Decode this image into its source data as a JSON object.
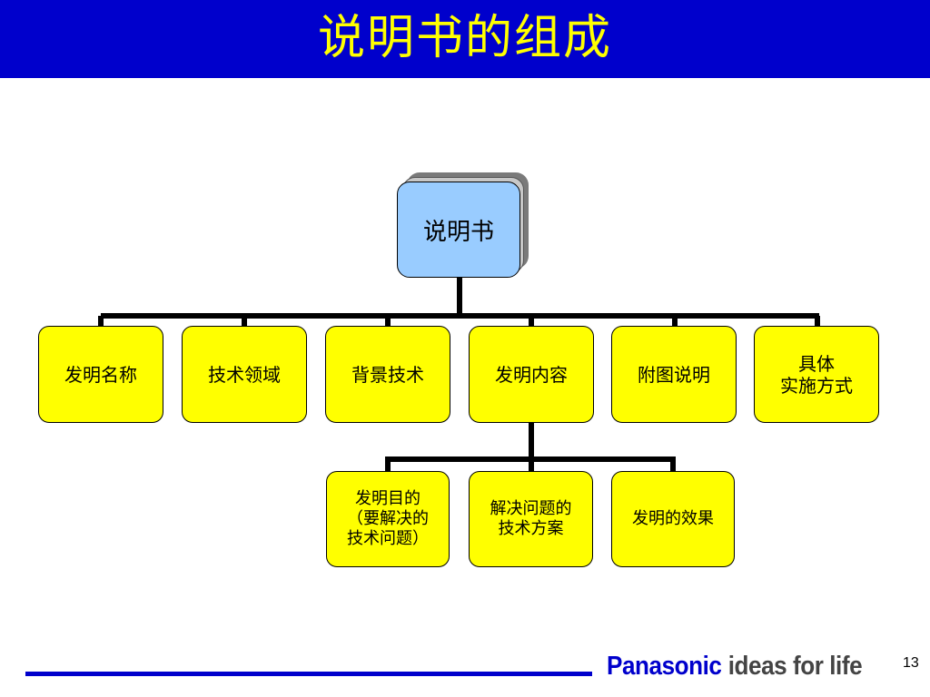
{
  "slide": {
    "title": "说明书的组成",
    "root": "说明书",
    "level1": [
      "发明名称",
      "技术领域",
      "背景技术",
      "发明内容",
      "附图说明",
      "具体\n实施方式"
    ],
    "level2": [
      "发明目的\n（要解决的\n技术问题）",
      "解决问题的\n技术方案",
      "发明的效果"
    ]
  },
  "footer": {
    "brand": "Panasonic",
    "slogan": "ideas for life",
    "page_number": "13"
  },
  "colors": {
    "title_bar": "#0000cc",
    "title_text": "#ffff00",
    "root_fill": "#99ccff",
    "node_fill": "#ffff00",
    "footer_line": "#0000cc"
  }
}
